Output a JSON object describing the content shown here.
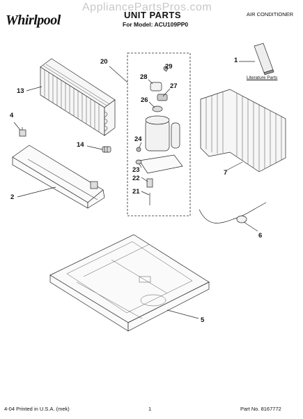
{
  "header": {
    "brand": "Whirlpool",
    "watermark": "AppliancePartsPros.com",
    "title": "UNIT PARTS",
    "model_line": "For Model: ACU109PP0",
    "category": "AIR CONDITIONER"
  },
  "callouts": {
    "c1": "1",
    "c2": "2",
    "c4": "4",
    "c5": "5",
    "c6": "6",
    "c7": "7",
    "c13": "13",
    "c14": "14",
    "c20": "20",
    "c21": "21",
    "c22": "22",
    "c23": "23",
    "c24": "24",
    "c26": "26",
    "c27": "27",
    "c28": "28",
    "c29": "29"
  },
  "literature_label": "Literature Parts",
  "footer": {
    "left": "4-04 Printed in U.S.A. (mek)",
    "page": "1",
    "right": "Part No. 8167772"
  }
}
